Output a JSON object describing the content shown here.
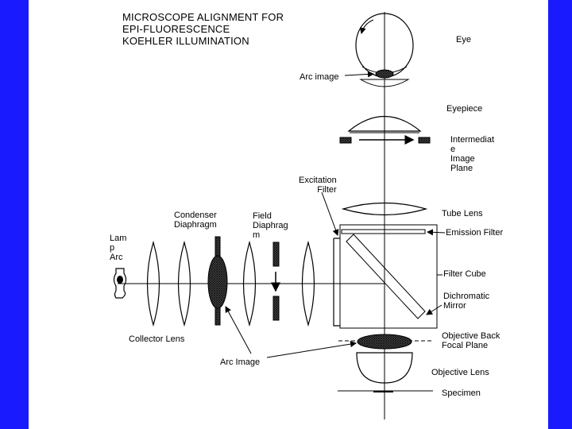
{
  "title": {
    "line1": "MICROSCOPE ALIGNMENT FOR",
    "line2": "EPI-FLUORESCENCE",
    "line3": "KOEHLER ILLUMINATION"
  },
  "labels": {
    "eye": "Eye",
    "arc_image_top": "Arc image",
    "eyepiece": "Eyepiece",
    "intermediate": "Intermediat\ne\nImage\nPlane",
    "excitation": "Excitation\nFilter",
    "tube_lens": "Tube Lens",
    "emission": "Emission Filter",
    "condenser": "Condenser\nDiaphragm",
    "field": "Field\nDiaphrag\nm",
    "lamp": "Lam\np\nArc",
    "filter_cube": "Filter Cube",
    "dichromatic": "Dichromatic\nMirror",
    "collector": "Collector Lens",
    "arc_image_bottom": "Arc Image",
    "objective_back": "Objective Back\nFocal Plane",
    "objective_lens": "Objective Lens",
    "specimen": "Specimen"
  },
  "colors": {
    "frame": "#1a1aff",
    "panel": "#ffffff",
    "ink": "#000000"
  }
}
